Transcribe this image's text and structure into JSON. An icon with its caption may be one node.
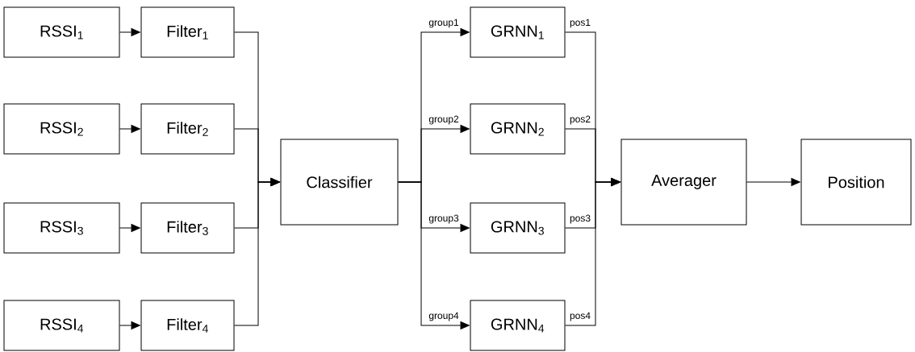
{
  "diagram": {
    "nodes": [
      {
        "text": [
          "RSSI$_{1}$"
        ]
      },
      {
        "text": [
          "RSSI$_{2}$"
        ]
      },
      {
        "text": [
          "RSSI$_{3}$"
        ]
      },
      {
        "text": [
          "RSSI$_{4}$"
        ]
      },
      {
        "text": [
          "Filter$_{1}$"
        ]
      },
      {
        "text": [
          "Filter$_{2}$"
        ]
      },
      {
        "text": [
          "Filter$_{3}$"
        ]
      },
      {
        "text": [
          "Filter$_{4}$"
        ]
      },
      {
        "text": [
          "Classifier"
        ]
      },
      {
        "text": [
          "GRNN$_{1}$"
        ]
      },
      {
        "text": [
          "GRNN$_{2}$"
        ]
      },
      {
        "text": [
          "GRNN$_{3}$"
        ]
      },
      {
        "text": [
          "GRNN$_{4}$"
        ]
      },
      {
        "text": [
          "Averager"
        ]
      },
      {
        "text": [
          "Position"
        ]
      }
    ],
    "edges": [
      {
        "from": 0,
        "to": 4,
        "arrow": "to"
      },
      {
        "from": 1,
        "to": 5,
        "arrow": "to"
      },
      {
        "from": 2,
        "to": 6,
        "arrow": "to"
      },
      {
        "from": 3,
        "to": 7,
        "arrow": "to"
      },
      {
        "from": 4,
        "to": 8,
        "arrow": "to"
      },
      {
        "from": 5,
        "to": 8,
        "arrow": "to"
      },
      {
        "from": 6,
        "to": 8,
        "arrow": "to"
      },
      {
        "from": 7,
        "to": 8,
        "arrow": "to"
      },
      {
        "from": 8,
        "to": 9,
        "arrow": "to",
        "label": "group1"
      },
      {
        "from": 8,
        "to": 10,
        "arrow": "to",
        "label": "group2"
      },
      {
        "from": 8,
        "to": 11,
        "arrow": "to",
        "label": "group3"
      },
      {
        "from": 8,
        "to": 12,
        "arrow": "to",
        "label": "group4"
      },
      {
        "from": 9,
        "to": 13,
        "arrow": "to",
        "label": "pos1"
      },
      {
        "from": 10,
        "to": 13,
        "arrow": "to",
        "label": "pos2"
      },
      {
        "from": 11,
        "to": 13,
        "arrow": "to",
        "label": "pos3"
      },
      {
        "from": 12,
        "to": 13,
        "arrow": "to",
        "label": "pos4"
      },
      {
        "from": 13,
        "to": 14,
        "arrow": "to"
      }
    ]
  }
}
